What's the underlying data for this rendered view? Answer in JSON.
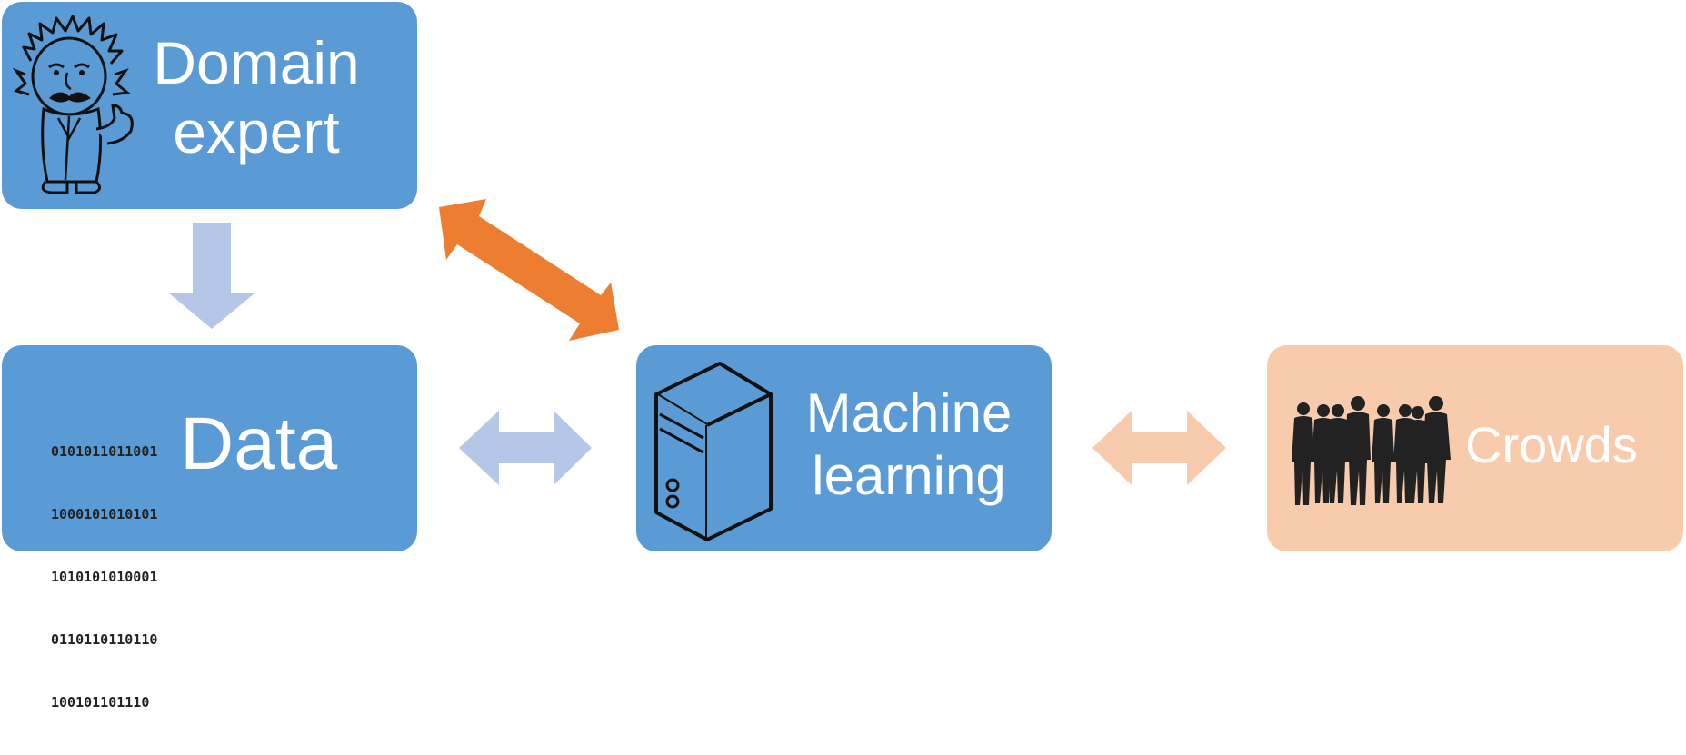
{
  "nodes": {
    "domain_expert": {
      "line1": "Domain",
      "line2": "expert",
      "icon": "scientist-icon"
    },
    "data": {
      "label": "Data",
      "binary_lines": [
        "0101011011001",
        "1000101010101",
        "1010101010001",
        "0110110110110",
        "100101101110"
      ],
      "icon": "binary-code-icon"
    },
    "machine_learning": {
      "line1": "Machine",
      "line2": "learning",
      "icon": "server-icon"
    },
    "crowds": {
      "label": "Crowds",
      "icon": "people-silhouettes-icon"
    }
  },
  "colors": {
    "box_blue": "#5b9bd5",
    "box_peach": "#f8cbad",
    "arrow_light_blue": "#b4c7e7",
    "arrow_orange": "#ed7d31",
    "arrow_peach": "#f8cbad"
  }
}
